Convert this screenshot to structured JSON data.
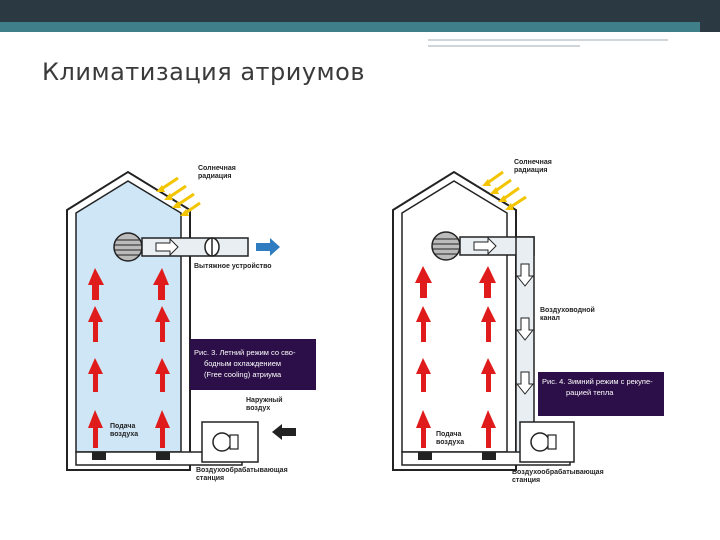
{
  "slide": {
    "title": "Климатизация атриумов",
    "colors": {
      "topbar_dark": "#2b3a42",
      "topbar_teal": "#3f7f89",
      "air_blue": "#cfe6f7",
      "arrow_red": "#e01b1b",
      "arrow_yellow": "#f2c500",
      "exhaust_blue": "#2f7cc0",
      "caption_bg": "#2c0f48"
    }
  },
  "left_diagram": {
    "solar_label": [
      "Солнечная",
      "радиация"
    ],
    "exhaust_label": "Вытяжное устройство",
    "caption": [
      "Рис. 3. Летний режим со сво-",
      "бодным охлаждением",
      "(Free cooling) атриума"
    ],
    "outdoor_air_label": [
      "Наружный",
      "воздух"
    ],
    "supply_label": [
      "Подача",
      "воздуха"
    ],
    "ahu_label": [
      "Воздухообрабатывающая",
      "станция"
    ]
  },
  "right_diagram": {
    "solar_label": [
      "Солнечная",
      "радиация"
    ],
    "duct_label": [
      "Воздуховодной",
      "канал"
    ],
    "caption": [
      "Рис. 4. Зимний режим с рекупе-",
      "рацией тепла"
    ],
    "supply_label": [
      "Подача",
      "воздуха"
    ],
    "ahu_label": [
      "Воздухообрабатывающая",
      "станция"
    ]
  }
}
